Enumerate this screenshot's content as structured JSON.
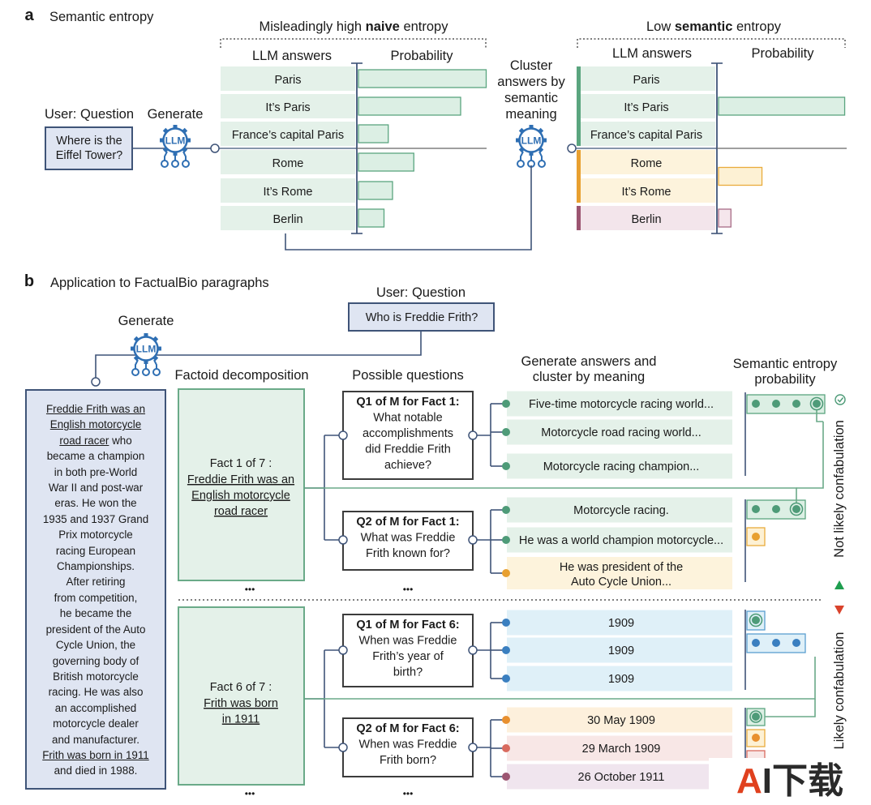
{
  "panel_a": {
    "label": "a",
    "title": "Semantic entropy",
    "user_question_label": "User: Question",
    "question": [
      "Where is the",
      "Eiffel Tower?"
    ],
    "generate_label": "Generate",
    "llm_icon_label": "LLM",
    "naive_header": [
      "Misleadingly high ",
      "naive",
      " entropy"
    ],
    "col_answers": "LLM answers",
    "col_probability": "Probability",
    "answers": [
      "Paris",
      "It’s Paris",
      "France’s capital Paris",
      "Rome",
      "It’s Rome",
      "Berlin"
    ],
    "naive_probabilities": [
      0.3,
      0.24,
      0.07,
      0.13,
      0.08,
      0.06
    ],
    "cluster_label": [
      "Cluster",
      "answers by",
      "semantic",
      "meaning"
    ],
    "semantic_header": [
      "Low ",
      "semantic",
      " entropy"
    ],
    "clusters": [
      {
        "answers": [
          "Paris",
          "It’s Paris",
          "France’s capital Paris"
        ],
        "probability": 0.61,
        "bar_color": "#dcefe4",
        "bar_border": "#5aa57f",
        "accent": "#5aa57f",
        "fill": "#e4f1e9"
      },
      {
        "answers": [
          "Rome",
          "It’s Rome"
        ],
        "probability": 0.21,
        "bar_color": "#fdf1d4",
        "bar_border": "#e9ac3c",
        "accent": "#e8a030",
        "fill": "#fdf3dc"
      },
      {
        "answers": [
          "Berlin"
        ],
        "probability": 0.06,
        "bar_color": "#f5e6ec",
        "bar_border": "#a76c86",
        "accent": "#9c5571",
        "fill": "#f3e5eb"
      }
    ]
  },
  "panel_b": {
    "label": "b",
    "title": "Application to FactualBio paragraphs",
    "user_question_label": "User: Question",
    "question": "Who is Freddie Frith?",
    "generate_label": "Generate",
    "llm_icon_label": "LLM",
    "bio_lines": [
      {
        "text": "Freddie Frith was an",
        "u": true
      },
      {
        "text": "English motorcycle",
        "u": true
      },
      {
        "text": "road racer",
        "u": true,
        "tail": " who"
      },
      {
        "text": "became a champion"
      },
      {
        "text": "in both pre-World"
      },
      {
        "text": "War II and post-war"
      },
      {
        "text": "eras. He won the"
      },
      {
        "text": "1935 and 1937 Grand"
      },
      {
        "text": "Prix motorcycle"
      },
      {
        "text": "racing European"
      },
      {
        "text": "Championships."
      },
      {
        "text": "After retiring"
      },
      {
        "text": "from competition,"
      },
      {
        "text": "he became the"
      },
      {
        "text": "president of the Auto"
      },
      {
        "text": "Cycle Union, the"
      },
      {
        "text": "governing body of"
      },
      {
        "text": "British motorcycle"
      },
      {
        "text": "racing. He was also"
      },
      {
        "text": "an accomplished"
      },
      {
        "text": "motorcycle dealer"
      },
      {
        "text": "and manufacturer."
      },
      {
        "text": "Frith was born in 1911",
        "u": true
      },
      {
        "text": "and died in 1988."
      }
    ],
    "factoid_header": "Factoid decomposition",
    "questions_header": "Possible questions",
    "answers_header": [
      "Generate answers and",
      "cluster by meaning"
    ],
    "entropy_header": [
      "Semantic entropy",
      "probability"
    ],
    "ellipsis": "•••",
    "facts": [
      {
        "title": "Fact 1 of 7 :",
        "text": [
          "Freddie Frith was an",
          "English motorcycle",
          "road racer"
        ]
      },
      {
        "title": "Fact 6 of 7 :",
        "text": [
          "Frith was born",
          "in 1911"
        ]
      }
    ],
    "questions": [
      {
        "title": "Q1 of M for Fact 1:",
        "text": [
          "What notable",
          "accomplishments",
          "did Freddie Frith",
          "achieve?"
        ]
      },
      {
        "title": "Q2 of M for Fact 1:",
        "text": [
          "What was Freddie",
          "Frith known for?"
        ]
      },
      {
        "title": "Q1 of M for Fact 6:",
        "text": [
          "When was Freddie",
          "Frith’s year of",
          "birth?"
        ]
      },
      {
        "title": "Q2 of M for Fact 6:",
        "text": [
          "When was Freddie",
          "Frith born?"
        ]
      }
    ],
    "answers": [
      {
        "text": [
          "Five-time motorcycle racing world..."
        ],
        "color": "#e4f1e9",
        "dot": "#4e9b78"
      },
      {
        "text": [
          "Motorcycle road racing world..."
        ],
        "color": "#e4f1e9",
        "dot": "#4e9b78"
      },
      {
        "text": [
          "Motorcycle racing champion..."
        ],
        "color": "#e4f1e9",
        "dot": "#4e9b78"
      },
      {
        "text": [
          "Motorcycle racing."
        ],
        "color": "#e4f1e9",
        "dot": "#4e9b78"
      },
      {
        "text": [
          "He was a world champion motorcycle..."
        ],
        "color": "#e4f1e9",
        "dot": "#4e9b78"
      },
      {
        "text": [
          "He was president of the",
          "Auto Cycle Union..."
        ],
        "color": "#fdf3dc",
        "dot": "#e8a030"
      },
      {
        "text": [
          "1909"
        ],
        "color": "#dff0f8",
        "dot": "#3a7fc0"
      },
      {
        "text": [
          "1909"
        ],
        "color": "#dff0f8",
        "dot": "#3a7fc0"
      },
      {
        "text": [
          "1909"
        ],
        "color": "#dff0f8",
        "dot": "#3a7fc0"
      },
      {
        "text": [
          "30 May 1909"
        ],
        "color": "#fdf0dc",
        "dot": "#e8902f"
      },
      {
        "text": [
          "29 March 1909"
        ],
        "color": "#f8e7e6",
        "dot": "#d96b5f"
      },
      {
        "text": [
          "26 October 1911"
        ],
        "color": "#f0e5ee",
        "dot": "#9c5571"
      }
    ],
    "not_likely_label": "Not likely confabulation",
    "likely_label": "Likely confabulation"
  },
  "watermark": {
    "a": "A",
    "rest": "I下载"
  }
}
